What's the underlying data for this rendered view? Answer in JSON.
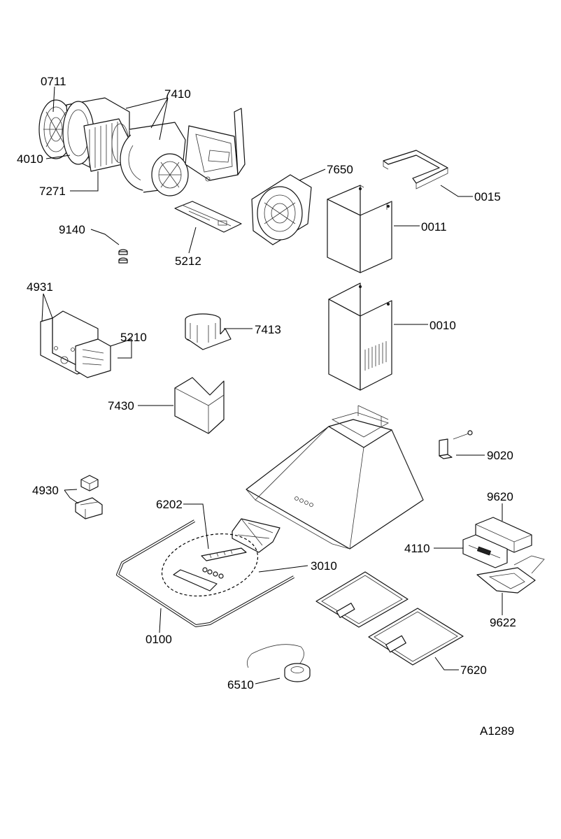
{
  "labels": {
    "p0711": "0711",
    "p7410": "7410",
    "p4010": "4010",
    "p7271": "7271",
    "p7650": "7650",
    "p0015": "0015",
    "p0011": "0011",
    "p9140": "9140",
    "p5212": "5212",
    "p4931": "4931",
    "p5210": "5210",
    "p7413": "7413",
    "p0010": "0010",
    "p7430": "7430",
    "p9020": "9020",
    "p4930": "4930",
    "p6202": "6202",
    "p9620": "9620",
    "p4110": "4110",
    "p3010": "3010",
    "p9622": "9622",
    "p0100": "0100",
    "p7620": "7620",
    "p6510": "6510"
  },
  "drawing_code": "A1289"
}
